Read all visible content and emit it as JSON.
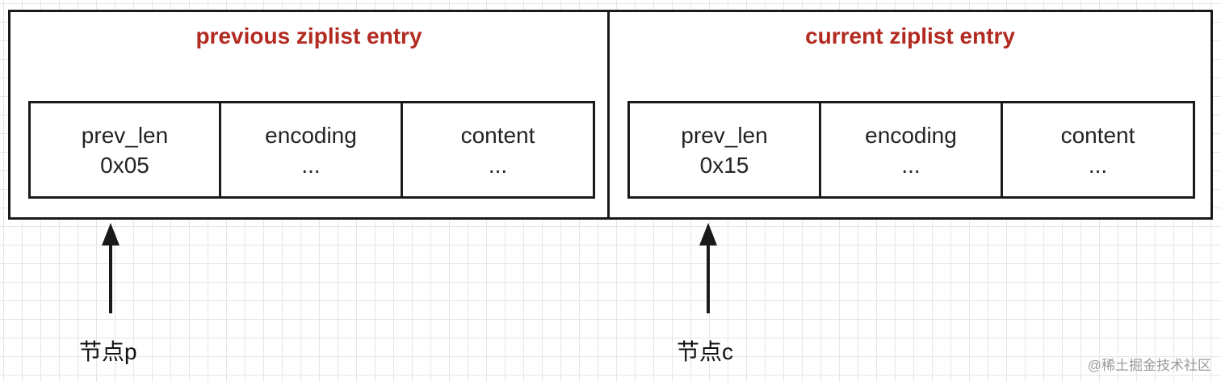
{
  "previous_entry": {
    "title": "previous ziplist entry",
    "fields": [
      {
        "name": "prev_len",
        "value": "0x05"
      },
      {
        "name": "encoding",
        "value": "..."
      },
      {
        "name": "content",
        "value": "..."
      }
    ]
  },
  "current_entry": {
    "title": "current ziplist entry",
    "fields": [
      {
        "name": "prev_len",
        "value": "0x15"
      },
      {
        "name": "encoding",
        "value": "..."
      },
      {
        "name": "content",
        "value": "..."
      }
    ]
  },
  "pointers": {
    "node_p": "节点p",
    "node_c": "节点c"
  },
  "watermark": "@稀土掘金技术社区",
  "colors": {
    "title": "#b22a20",
    "border": "#1a1a1a",
    "grid": "#e6e6e6"
  }
}
